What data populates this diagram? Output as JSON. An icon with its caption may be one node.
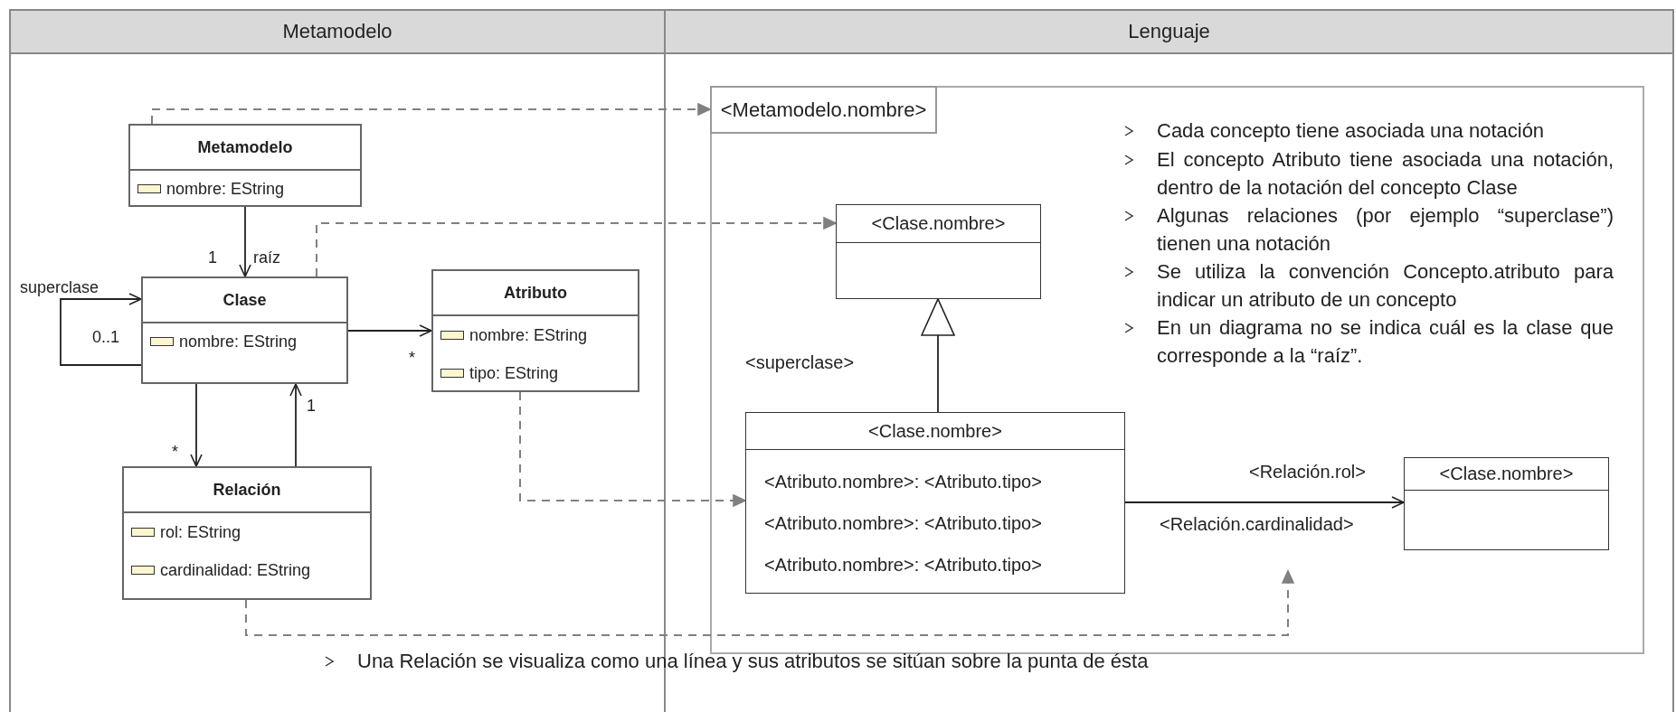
{
  "diagram": {
    "nodes": [
      {
        "text": [
          "Metamodelo"
        ]
      },
      {
        "text": [
          "Lenguaje"
        ]
      },
      {
        "text": [
          "Metamodelo",
          "nombre: EString"
        ],
        "in": 0
      },
      {
        "text": [
          "Clase",
          "nombre: EString"
        ],
        "in": 0
      },
      {
        "text": [
          "Atributo",
          "nombre: EString",
          "tipo: EString"
        ],
        "in": 0
      },
      {
        "text": [
          "Relación",
          "rol: EString",
          "cardinalidad: EString"
        ],
        "in": 0
      },
      {
        "text": [],
        "shape": "box",
        "in": 1
      },
      {
        "text": [
          "<Metamodelo.nombre>"
        ],
        "in": 6
      },
      {
        "text": [
          "<Clase.nombre>"
        ],
        "in": 6
      },
      {
        "text": [
          "<Clase.nombre>",
          "<Atributo.nombre>: <Atributo.tipo>",
          "<Atributo.nombre>: <Atributo.tipo>",
          "<Atributo.nombre>: <Atributo.tipo>"
        ],
        "in": 6
      },
      {
        "text": [
          "<Clase.nombre>"
        ],
        "in": 6
      }
    ],
    "edges": [
      {
        "from": 2,
        "to": 3,
        "arrow": "to",
        "label": "raíz"
      },
      {
        "from": 3,
        "to": 3,
        "arrow": "to",
        "label": "superclase"
      },
      {
        "from": 3,
        "to": 4,
        "arrow": "to"
      },
      {
        "from": 3,
        "to": 5,
        "arrow": "to"
      },
      {
        "from": 5,
        "to": 3,
        "arrow": "to"
      },
      {
        "from": 2,
        "to": 7,
        "arrow": "to",
        "style": "dashed",
        "color": "#808080"
      },
      {
        "from": 3,
        "to": 8,
        "arrow": "to",
        "style": "dashed",
        "color": "#808080"
      },
      {
        "from": 4,
        "to": 9,
        "arrow": "to",
        "style": "dashed",
        "color": "#808080"
      },
      {
        "from": 5,
        "to": null,
        "arrow": "to",
        "style": "dashed",
        "color": "#808080"
      },
      {
        "from": 9,
        "to": 8,
        "arrow": "to",
        "label": "<superclase>"
      },
      {
        "from": 9,
        "to": 10,
        "arrow": "to"
      }
    ],
    "labels": [
      "1",
      "0..1",
      "*",
      "1",
      "*",
      "Cada concepto tiene asociada una notación",
      "El concepto Atributo tiene asociada una notación, dentro de la notación del concepto Clase",
      "Algunas relaciones (por ejemplo “superclase”) tienen una notación",
      "Se utiliza la convención Concepto.atributo para indicar un atributo de un concepto",
      "En un diagrama no se indica cuál es la clase que corresponde a la “raíz”.",
      "<Relación.rol>",
      "<Relación.cardinalidad>",
      "Una Relación se visualiza como una línea y sus atributos se sitúan sobre la punta de ésta"
    ]
  }
}
